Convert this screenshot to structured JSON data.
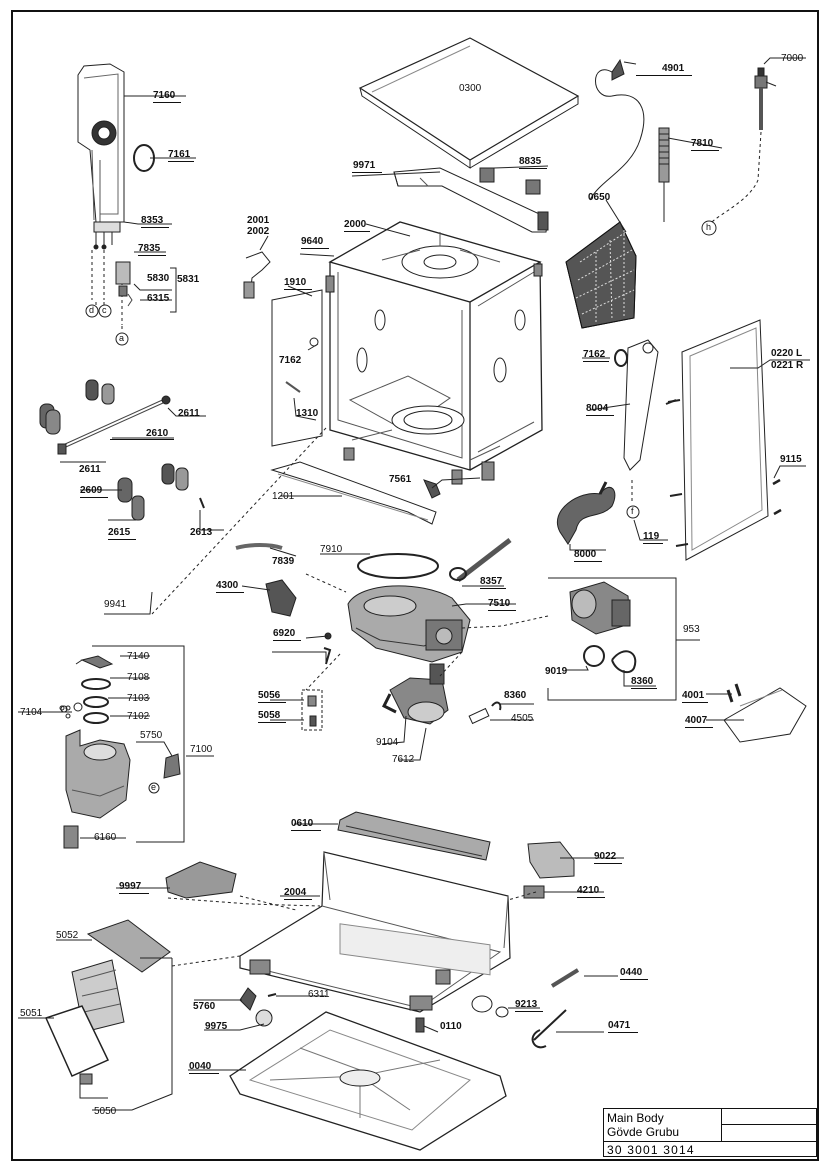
{
  "title_block": {
    "title_line1": "Main Body",
    "title_line2": "Gövde Grubu",
    "part_number": "30 3001 3014"
  },
  "callouts": {
    "c0300": "0300",
    "c4901": "4901",
    "c7000": "7000",
    "c7160": "7160",
    "c7161": "7161",
    "c7810": "7810",
    "c9971": "9971",
    "c8835": "8835",
    "c0650": "0650",
    "c8353": "8353",
    "c2001": "2001",
    "c2002": "2002",
    "c2000": "2000",
    "c9640": "9640",
    "c7835": "7835",
    "c5830": "5830",
    "c5831": "5831",
    "c6315": "6315",
    "c1910": "1910",
    "c0220": "0220 L",
    "c0221": "0221 R",
    "c7162a": "7162",
    "c7162b": "7162",
    "c1310": "1310",
    "c8004": "8004",
    "c2611a": "2611",
    "c2610": "2610",
    "c2611b": "2611",
    "c9115": "9115",
    "c7561": "7561",
    "c2609": "2609",
    "c1201": "1201",
    "c119": "119",
    "c2615": "2615",
    "c2613": "2613",
    "c8000": "8000",
    "c7839": "7839",
    "c7910": "7910",
    "c8357": "8357",
    "c4300": "4300",
    "c7510": "7510",
    "c9941": "9941",
    "c953": "953",
    "c7140": "7140",
    "c6920": "6920",
    "c9019": "9019",
    "c7108": "7108",
    "c8360a": "8360",
    "c7103": "7103",
    "c4001": "4001",
    "c7104": "7104",
    "c5056": "5056",
    "c8360b": "8360",
    "c4007": "4007",
    "c7102": "7102",
    "c5058": "5058",
    "c4505": "4505",
    "c5750": "5750",
    "c9104": "9104",
    "c7100": "7100",
    "c7612": "7612",
    "c6160": "6160",
    "c0610": "0610",
    "c9022": "9022",
    "c9997": "9997",
    "c2004": "2004",
    "c4210": "4210",
    "c5052": "5052",
    "c0440": "0440",
    "c6311": "6311",
    "c5760": "5760",
    "c9213": "9213",
    "c5051": "5051",
    "c9975": "9975",
    "c0110": "0110",
    "c0471": "0471",
    "c0040": "0040",
    "c5050": "5050"
  },
  "markers": {
    "d": "d",
    "c": "c",
    "a": "a",
    "h": "h",
    "f": "f",
    "e": "e"
  }
}
